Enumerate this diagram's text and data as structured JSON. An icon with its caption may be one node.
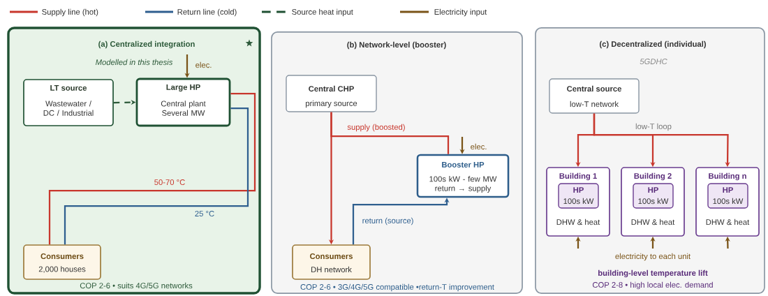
{
  "diagram": {
    "nodes": [
      {
        "text": [
          "(a) Centralized integration",
          "Modelled in this thesis",
          "COP 2-6 • suits 4G/5G networks"
        ]
      },
      {
        "text": [
          "LT source",
          "Wastewater / DC / Industrial"
        ],
        "in": 0
      },
      {
        "text": [
          "Large HP",
          "Central plant Several MW"
        ],
        "in": 0
      },
      {
        "text": [
          "Consumers",
          "2,000 houses"
        ],
        "in": 0
      },
      {
        "text": [
          "(b) Network-level (booster)",
          "COP 2-6 • 3G/4G/5G compatible •return-T improvement"
        ]
      },
      {
        "text": [
          "Central CHP",
          "primary source"
        ],
        "in": 4
      },
      {
        "text": [
          "Booster HP",
          "100s kW - few MW return → supply"
        ],
        "in": 4
      },
      {
        "text": [
          "Consumers",
          "DH network"
        ],
        "in": 4
      },
      {
        "text": [
          "(c) Decentralized (individual)",
          "5GDHC",
          "electricity to each unit",
          "building-level temperature lift",
          "COP 2-8 • high local elec. demand"
        ]
      },
      {
        "text": [
          "Central source",
          "low-T network"
        ],
        "in": 8
      },
      {
        "text": [
          "Building 1",
          "DHW & heat"
        ],
        "in": 8
      },
      {
        "text": [
          "HP",
          "100s kW"
        ],
        "in": 10
      },
      {
        "text": [
          "Building 2",
          "DHW & heat"
        ],
        "in": 8
      },
      {
        "text": [
          "HP",
          "100s kW"
        ],
        "in": 12
      },
      {
        "text": [
          "Building n",
          "DHW & heat"
        ],
        "in": 8
      },
      {
        "text": [
          "HP",
          "100s kW"
        ],
        "in": 14
      }
    ],
    "edges": [
      {
        "from": 1,
        "to": 2,
        "arrow": "to",
        "style": "dashed",
        "color": "#2d5a3a"
      },
      {
        "from": null,
        "to": 2,
        "arrow": "to",
        "label": "elec.",
        "color": "#7a5418"
      },
      {
        "from": 2,
        "to": 3,
        "arrow": "none",
        "label": "50-70 °C"
      },
      {
        "from": 3,
        "to": 2,
        "arrow": "none",
        "label": "25 °C",
        "color": "#2f5f8f"
      },
      {
        "from": 5,
        "to": 7,
        "arrow": "to"
      },
      {
        "from": 5,
        "to": 6,
        "arrow": "none",
        "label": "supply (boosted)"
      },
      {
        "from": null,
        "to": 6,
        "arrow": "to",
        "label": "elec.",
        "color": "#7a5418"
      },
      {
        "from": 7,
        "to": 6,
        "arrow": "to",
        "label": "return (source)",
        "color": "#2f5f8f"
      },
      {
        "from": 9,
        "to": 10,
        "arrow": "to"
      },
      {
        "from": 9,
        "to": 12,
        "arrow": "to",
        "label": "low-T loop"
      },
      {
        "from": 9,
        "to": 14,
        "arrow": "to"
      },
      {
        "from": null,
        "to": 10,
        "arrow": "to",
        "color": "#7a5418"
      },
      {
        "from": null,
        "to": 12,
        "arrow": "to",
        "color": "#7a5418"
      },
      {
        "from": null,
        "to": 14,
        "arrow": "to",
        "color": "#7a5418"
      }
    ],
    "legend": [
      {
        "text": "Supply line (hot)"
      },
      {
        "text": "Return line (cold)"
      },
      {
        "text": "Source heat input"
      },
      {
        "text": "Electricity input"
      }
    ]
  }
}
